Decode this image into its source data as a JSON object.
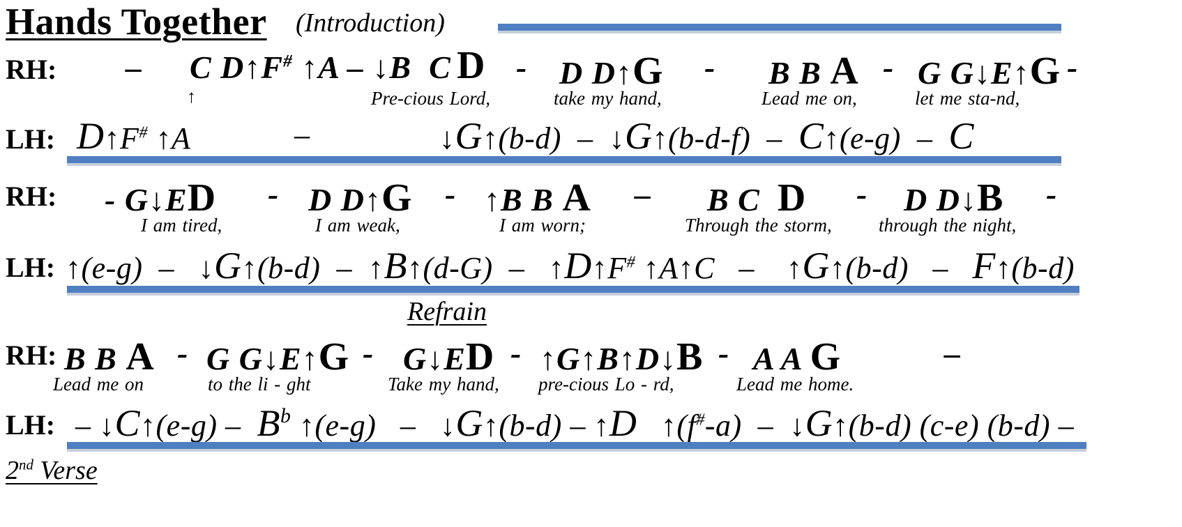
{
  "title": "Hands Together",
  "subtitle": "(Introduction)",
  "labels": {
    "rh": "RH:",
    "lh": "LH:"
  },
  "line1": {
    "rh_part1": "–",
    "rh_part2": "C D↑F# ↑A – ↓B C",
    "rh_big1": "D",
    "rh_dash1": "-",
    "rh_part3": "D D↑",
    "rh_big2": "G",
    "rh_dash2": "-",
    "rh_part4": "B B",
    "rh_big3": "A",
    "rh_dash3": "-",
    "rh_part5": "G G↓E↑",
    "rh_big4": "G",
    "rh_dash4": "-",
    "small_arrow": "↑",
    "lyrics": [
      "Pre-cious Lord,",
      "take  my hand,",
      "Lead me on,",
      "let    me  sta-nd,"
    ],
    "lh_part1": "D↑F# ↑A",
    "lh_part2": "–",
    "lh_part3": "↓G↑(b-d)  –  ↓G↑(b-d-f)  –  C↑(e-g)  –  C"
  },
  "line2": {
    "rh_part1": "-  G↓E",
    "rh_big1": "D",
    "rh_dash1": "-",
    "rh_part2": "D D↑",
    "rh_big2": "G",
    "rh_dash2": "-",
    "rh_part3": "↑B B",
    "rh_big3": "A",
    "rh_dash3": "–",
    "rh_part4": "B   C",
    "rh_big4": "D",
    "rh_dash4": "-",
    "rh_part5": "D   D↓",
    "rh_big5": "B",
    "rh_dash5": "-",
    "lyrics": [
      "I    am tired,",
      "I     am  weak,",
      "I   am worn;",
      "Through the storm,",
      "through the night,"
    ],
    "lh_text": "↑(e-g)  –   ↓G↑(b-d)  –  ↑B↑(d-G)  –   ↑D↑F# ↑A↑C   –    ↑G↑(b-d)   –   F↑(b-d)"
  },
  "refrain": "Refrain",
  "line3": {
    "rh_part1": "B B",
    "rh_big1": "A",
    "rh_dash1": "-",
    "rh_part2": "G G↓E↑",
    "rh_big2": "G",
    "rh_dash2": "-",
    "rh_part3": "G↓E",
    "rh_big3": "D",
    "rh_dash3": "-",
    "rh_part4": "↑G↑B↑D↓",
    "rh_big4": "B",
    "rh_dash4": "-",
    "rh_part5": "A A",
    "rh_big5": "G",
    "rh_dash5": "–",
    "lyrics": [
      "Lead me on",
      "to   the    li - ght",
      "Take my hand,",
      "pre-cious  Lo - rd,",
      "Lead me home."
    ],
    "lh_text": "– ↓C↑(e-g) –  Bb ↑(e-g)   –   ↓G↑(b-d) – ↑D   ↑(f#-a)  –  ↓G↑(b-d) (c-e) (b-d) –"
  },
  "second_verse": "2nd Verse",
  "colors": {
    "rule_blue": "#4f7fc1",
    "rule_shadow": "#c7cfdb"
  }
}
